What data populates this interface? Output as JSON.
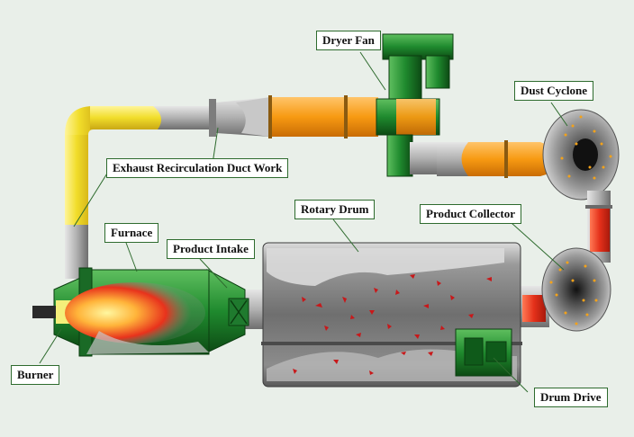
{
  "labels": {
    "dryer_fan": "Dryer Fan",
    "dust_cyclone": "Dust Cyclone",
    "exhaust": "Exhaust Recirculation Duct Work",
    "rotary_drum": "Rotary Drum",
    "product_collector": "Product Collector",
    "furnace": "Furnace",
    "product_intake": "Product Intake",
    "burner": "Burner",
    "drum_drive": "Drum Drive"
  },
  "colors": {
    "background": "#e9efe9",
    "equipment_green": "#1f7a2e",
    "duct_gray": "#a9a9a9",
    "hot_yellow": "#f3e33a",
    "warm_orange": "#f7a11a",
    "hot_red": "#e8311a",
    "label_border": "#2e6b2e"
  }
}
